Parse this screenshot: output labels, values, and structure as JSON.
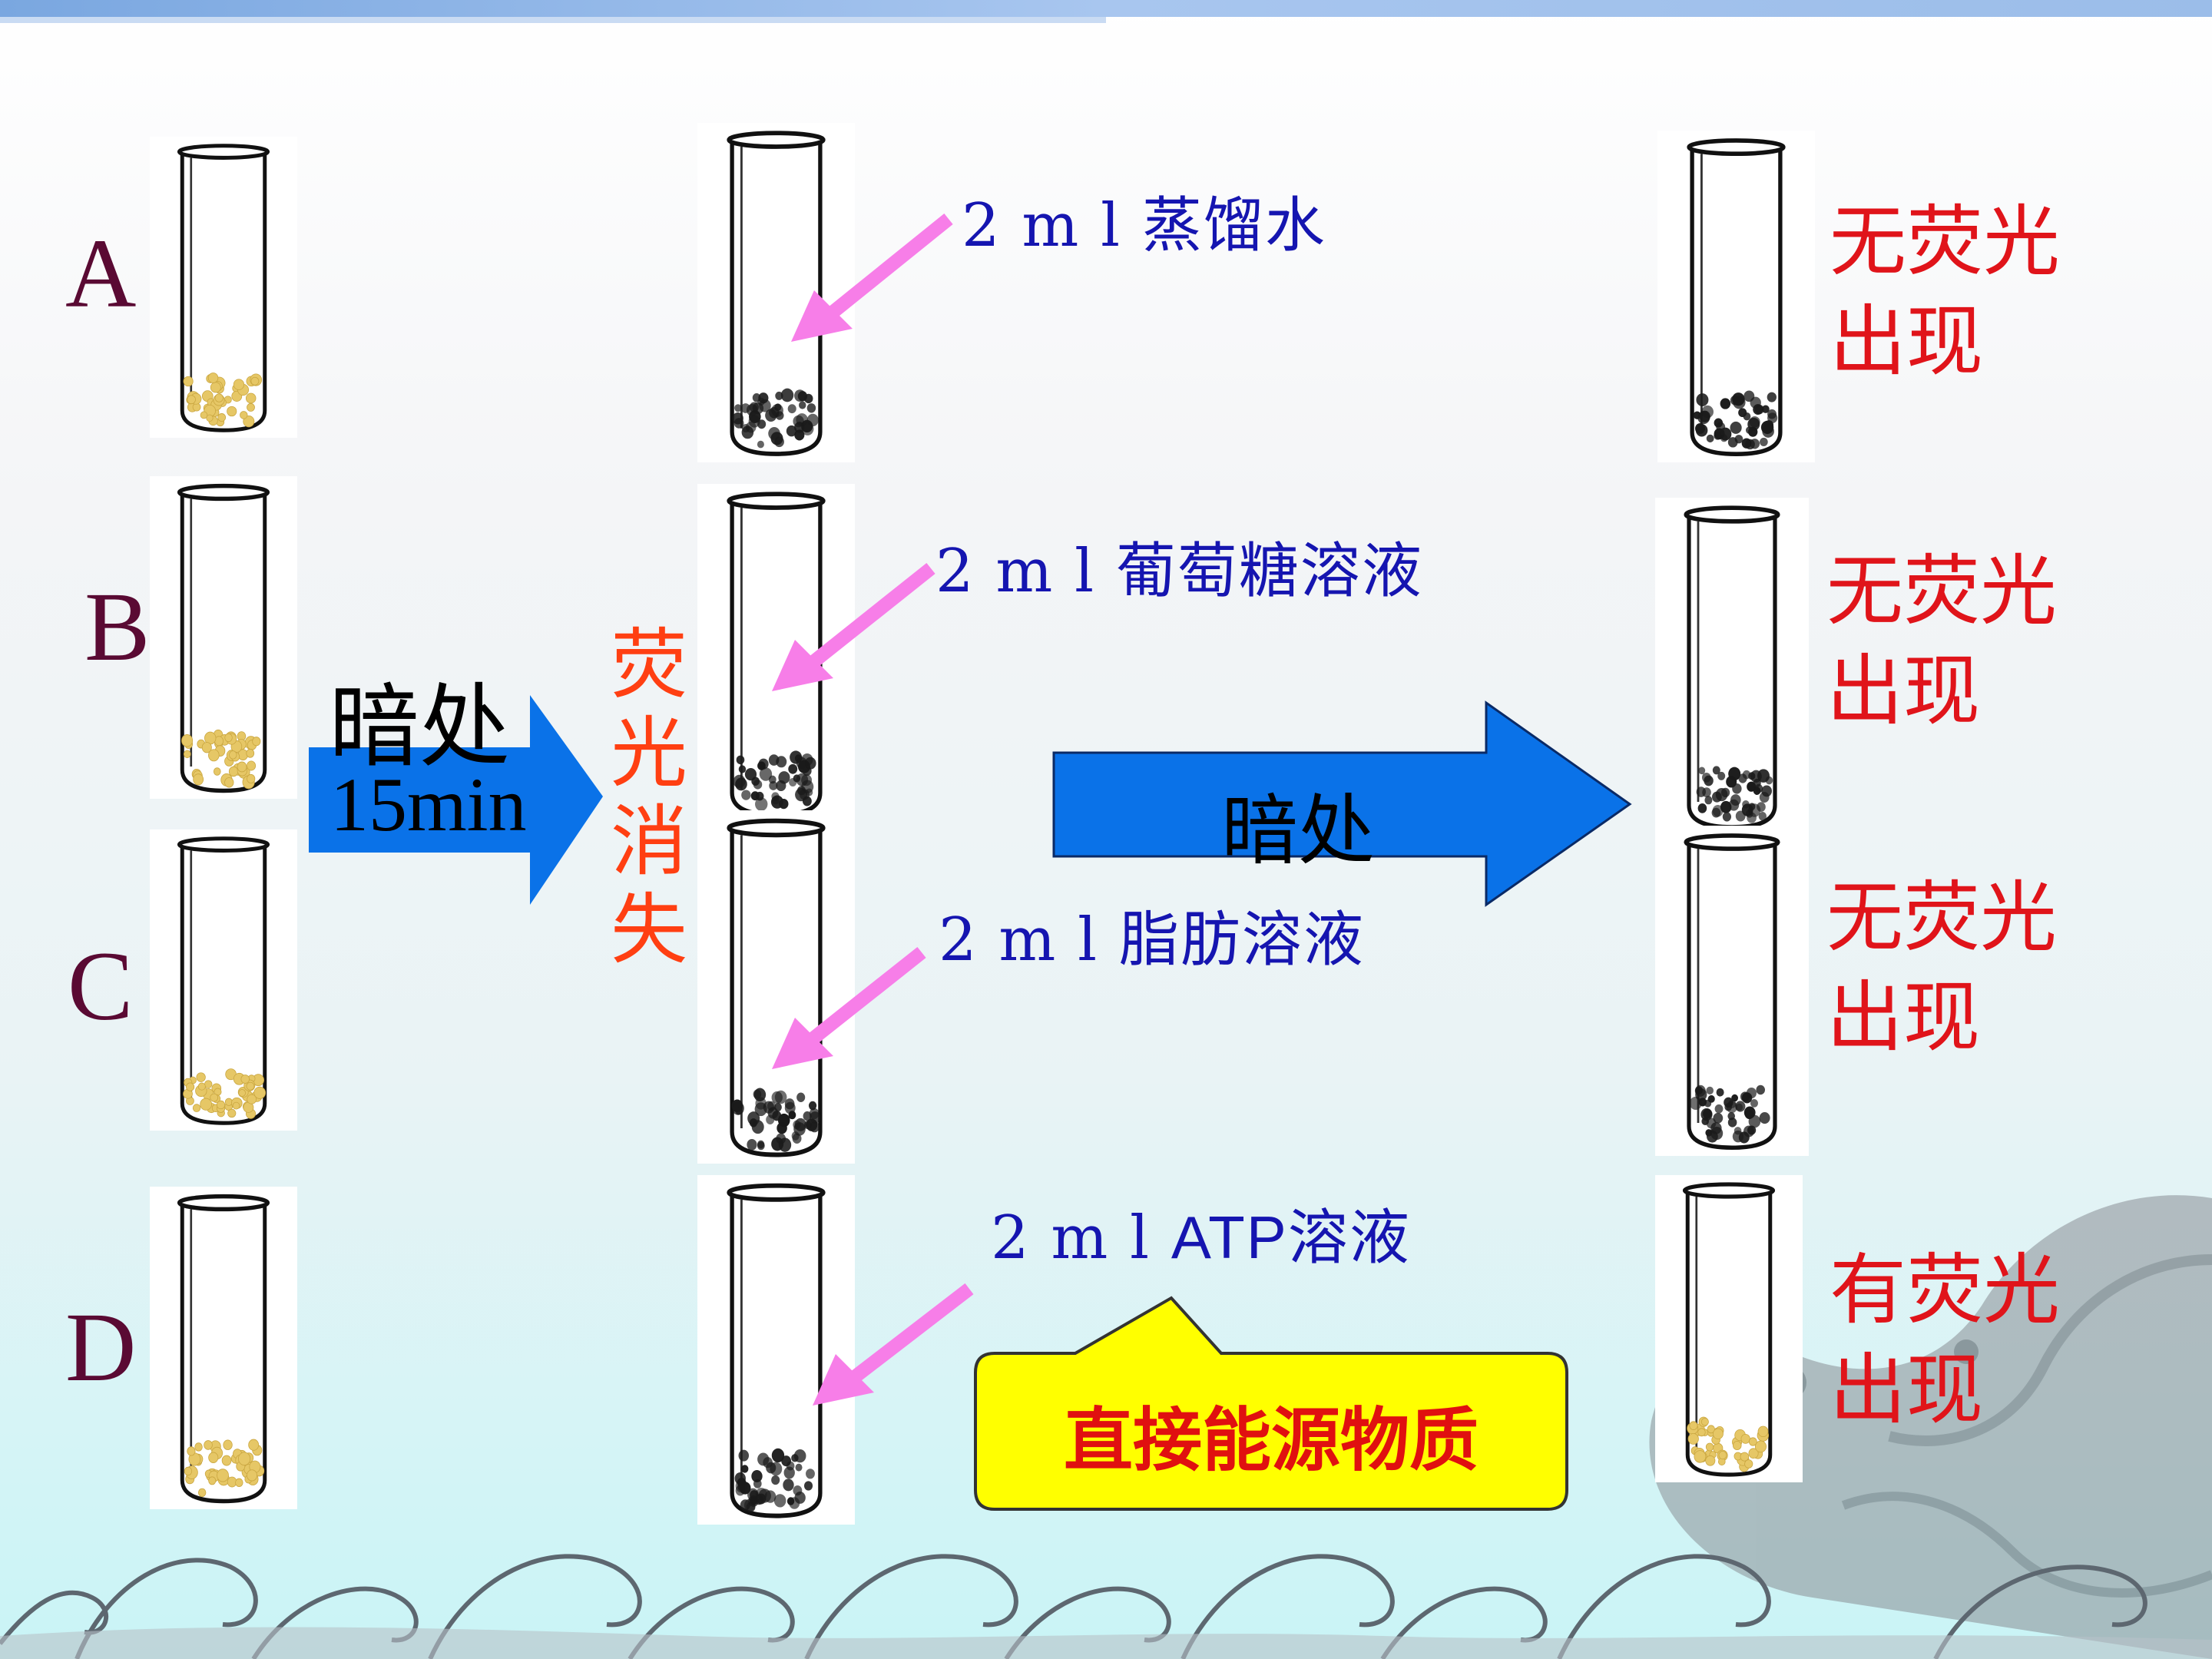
{
  "rows": [
    {
      "letter": "A",
      "reagent_prefix": "2 m l ",
      "reagent_name": "蒸馏水",
      "result_line1": "无荧光",
      "result_line2": "出现"
    },
    {
      "letter": "B",
      "reagent_prefix": "2 m l ",
      "reagent_name": "葡萄糖溶液",
      "result_line1": "无荧光",
      "result_line2": "出现"
    },
    {
      "letter": "C",
      "reagent_prefix": "2 m l ",
      "reagent_name": "脂肪溶液",
      "result_line1": "无荧光",
      "result_line2": "出现"
    },
    {
      "letter": "D",
      "reagent_prefix": "2 m l ",
      "reagent_latin": "ATP",
      "reagent_name": "溶液",
      "result_line1": "有荧光",
      "result_line2": "出现"
    }
  ],
  "step1": {
    "label_top": "暗处",
    "label_bottom": "15min"
  },
  "quench": [
    "荧",
    "光",
    "消",
    "失"
  ],
  "step2": {
    "label": "暗处"
  },
  "callout": {
    "text": "直接能源物质"
  },
  "colors": {
    "arrow_blue": "#0a72e8",
    "pointer_pink": "#f77ee8",
    "callout_fill": "#ffff00",
    "seed_yellow": "#e6c766",
    "seed_dark": "#1a1a1a"
  }
}
